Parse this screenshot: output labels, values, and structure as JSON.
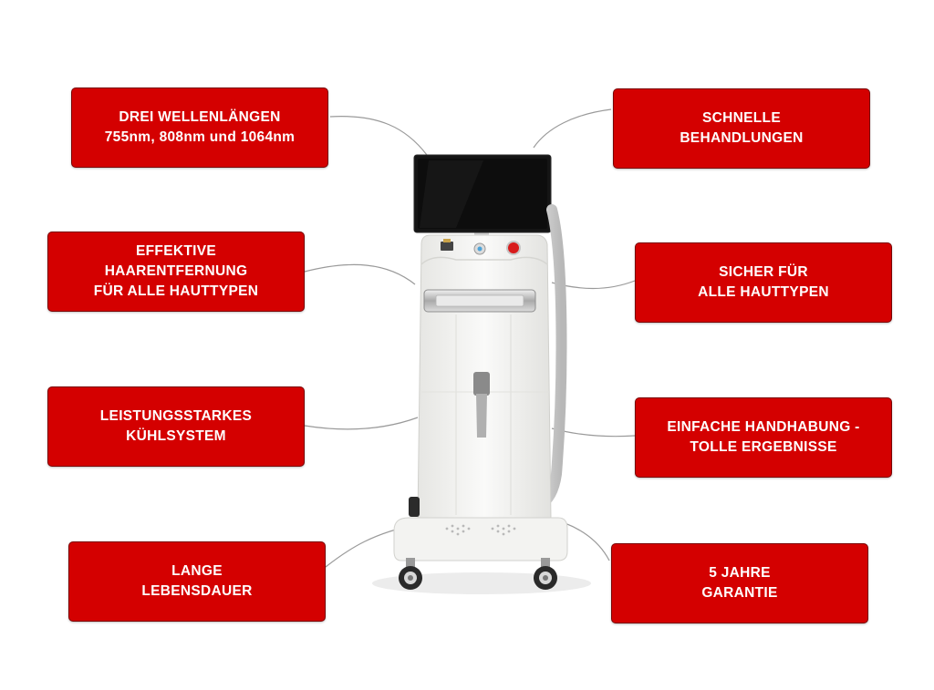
{
  "colors": {
    "box_fill": "#d40000",
    "box_border": "#7a0000",
    "box_text": "#ffffff",
    "connector_line": "#9a9a9a",
    "device_body": "#f4f4f2",
    "screen": "#151515"
  },
  "features": {
    "left": [
      {
        "lines": [
          "DREI WELLENLÄNGEN",
          "755nm, 808nm und 1064nm"
        ]
      },
      {
        "lines": [
          "EFFEKTIVE",
          "HAARENTFERNUNG",
          "FÜR ALLE HAUTTYPEN"
        ]
      },
      {
        "lines": [
          "LEISTUNGSSTARKES",
          "KÜHLSYSTEM"
        ]
      },
      {
        "lines": [
          "LANGE",
          "LEBENSDAUER"
        ]
      }
    ],
    "right": [
      {
        "lines": [
          "SCHNELLE",
          "BEHANDLUNGEN"
        ]
      },
      {
        "lines": [
          "SICHER FÜR",
          "ALLE HAUTTYPEN"
        ]
      },
      {
        "lines": [
          "EINFACHE HANDHABUNG -",
          "TOLLE ERGEBNISSE"
        ]
      },
      {
        "lines": [
          "5 JAHRE",
          "GARANTIE"
        ]
      }
    ]
  }
}
